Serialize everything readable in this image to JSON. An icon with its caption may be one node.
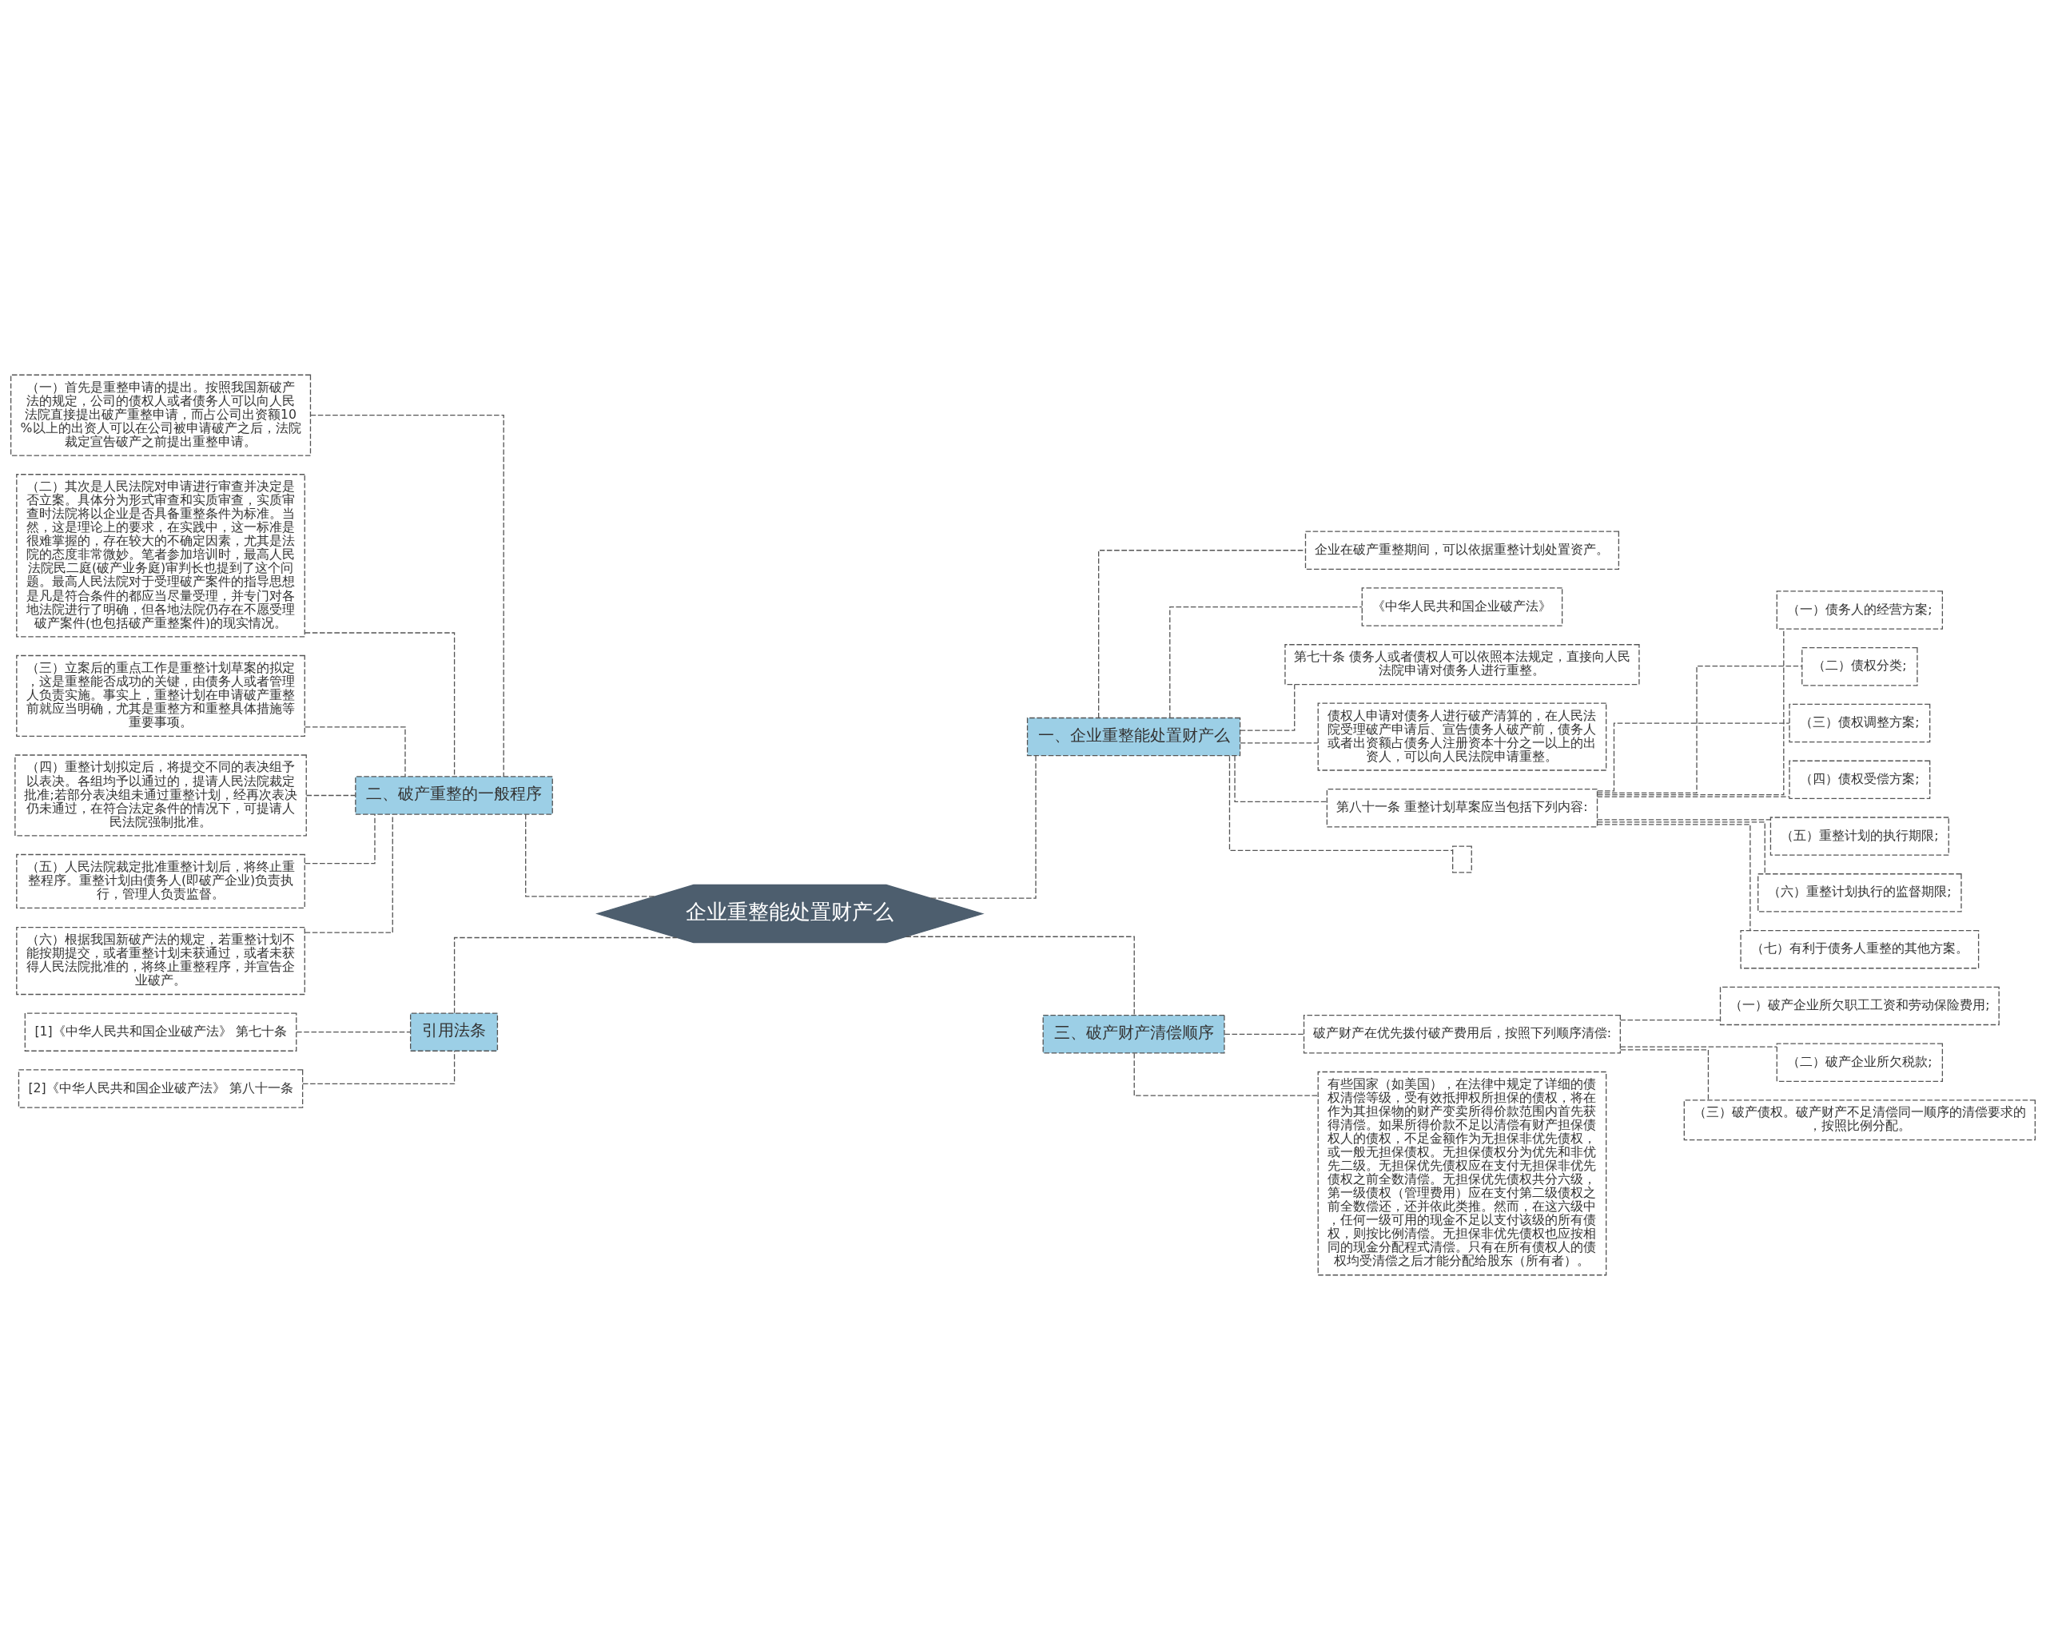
{
  "diagram": {
    "nodes": [
      {
        "text": [
          "企业重整能处置财产么"
        ]
      },
      {
        "text": [
          "一、企业重整能处置财产么"
        ]
      },
      {
        "text": [
          "企业在破产重整期间，可以依据重整计划处置资产。"
        ]
      },
      {
        "text": [
          "《中华人民共和国企业破产法》"
        ]
      },
      {
        "text": [
          "第七十条 债务人或者债权人可以依照本法规定，直接向人民法院申请对债务人进行重整。"
        ]
      },
      {
        "text": [
          "债权人申请对债务人进行破产清算的，在人民法院受理破产申请后、宣告债务人破产前，债务人或者出资额占债务人注册资本十分之一以上的出资人，可以向人民法院申请重整。"
        ]
      },
      {
        "text": [
          "第八十一条 重整计划草案应当包括下列内容:"
        ]
      },
      {
        "text": [
          "（一）债务人的经营方案;"
        ]
      },
      {
        "text": [
          "（二）债权分类;"
        ]
      },
      {
        "text": [
          "（三）债权调整方案;"
        ]
      },
      {
        "text": [
          "（四）债权受偿方案;"
        ]
      },
      {
        "text": [
          "（五）重整计划的执行期限;"
        ]
      },
      {
        "text": [
          "（六）重整计划执行的监督期限;"
        ]
      },
      {
        "text": [
          "（七）有利于债务人重整的其他方案。"
        ]
      },
      {
        "text": [],
        "shape": "box"
      },
      {
        "text": [
          "二、破产重整的一般程序"
        ]
      },
      {
        "text": [
          "（一）首先是重整申请的提出。按照我国新破产法的规定，公司的债权人或者债务人可以向人民法院直接提出破产重整申请，而占公司出资额10%以上的出资人可以在公司被申请破产之后，法院裁定宣告破产之前提出重整申请。"
        ]
      },
      {
        "text": [
          "（二）其次是人民法院对申请进行审查并决定是否立案。具体分为形式审查和实质审查，实质审查时法院将以企业是否具备重整条件为标准。当然，这是理论上的要求，在实践中，这一标准是很难掌握的，存在较大的不确定因素，尤其是法院的态度非常微妙。笔者参加培训时，最高人民法院民二庭(破产业务庭)审判长也提到了这个问题。最高人民法院对于受理破产案件的指导思想是凡是符合条件的都应当尽量受理，并专门对各地法院进行了明确，但各地法院仍存在不愿受理破产案件(也包括破产重整案件)的现实情况。"
        ]
      },
      {
        "text": [
          "（三）立案后的重点工作是重整计划草案的拟定，这是重整能否成功的关键，由债务人或者管理人负责实施。事实上，重整计划在申请破产重整前就应当明确，尤其是重整方和重整具体措施等重要事项。"
        ]
      },
      {
        "text": [
          "（四）重整计划拟定后，将提交不同的表决组予以表决。各组均予以通过的，提请人民法院裁定批准;若部分表决组未通过重整计划，经再次表决仍未通过，在符合法定条件的情况下，可提请人民法院强制批准。"
        ]
      },
      {
        "text": [
          "（五）人民法院裁定批准重整计划后，将终止重整程序。重整计划由债务人(即破产企业)负责执行，管理人负责监督。"
        ]
      },
      {
        "text": [
          "（六）根据我国新破产法的规定，若重整计划不能按期提交，或者重整计划未获通过，或者未获得人民法院批准的，将终止重整程序，并宣告企业破产。"
        ]
      },
      {
        "text": [
          "引用法条"
        ]
      },
      {
        "text": [
          "[1]《中华人民共和国企业破产法》 第七十条"
        ]
      },
      {
        "text": [
          "[2]《中华人民共和国企业破产法》 第八十一条"
        ]
      },
      {
        "text": [
          "三、破产财产清偿顺序"
        ]
      },
      {
        "text": [
          "破产财产在优先拨付破产费用后，按照下列顺序清偿:"
        ]
      },
      {
        "text": [
          "（一）破产企业所欠职工工资和劳动保险费用;"
        ]
      },
      {
        "text": [
          "（二）破产企业所欠税款;"
        ]
      },
      {
        "text": [
          "（三）破产债权。破产财产不足清偿同一顺序的清偿要求的，按照比例分配。"
        ]
      },
      {
        "text": [
          "有些国家（如美国），在法律中规定了详细的债权清偿等级，受有效抵押权所担保的债权，将在作为其担保物的财产变卖所得价款范围内首先获得清偿。如果所得价款不足以清偿有财产担保债权人的债权，不足金额作为无担保非优先债权，或一般无担保债权。无担保债权分为优先和非优先二级。无担保优先债权应在支付无担保非优先债权之前全数清偿。无担保优先债权共分六级，第一级债权（管理费用）应在支付第二级债权之前全数偿还，还并依此类推。然而，在这六级中，任何一级可用的现金不足以支付该级的所有债权，则按比例清偿。无担保非优先债权也应按相同的现金分配程式清偿。只有在所有债权人的债权均受清偿之后才能分配给股东（所有者）。"
        ]
      }
    ],
    "edges": [
      {
        "from": 0,
        "to": 1,
        "arrow": "none",
        "style": "dashed"
      },
      {
        "from": 1,
        "to": 2,
        "arrow": "none",
        "style": "dashed"
      },
      {
        "from": 1,
        "to": 3,
        "arrow": "none",
        "style": "dashed"
      },
      {
        "from": 1,
        "to": 4,
        "arrow": "none",
        "style": "dashed"
      },
      {
        "from": 1,
        "to": 5,
        "arrow": "none",
        "style": "dashed"
      },
      {
        "from": 1,
        "to": 6,
        "arrow": "none",
        "style": "dashed"
      },
      {
        "from": 6,
        "to": 7,
        "arrow": "none",
        "style": "dashed"
      },
      {
        "from": 6,
        "to": 8,
        "arrow": "none",
        "style": "dashed"
      },
      {
        "from": 6,
        "to": 9,
        "arrow": "none",
        "style": "dashed"
      },
      {
        "from": 6,
        "to": 10,
        "arrow": "none",
        "style": "dashed"
      },
      {
        "from": 6,
        "to": 11,
        "arrow": "none",
        "style": "dashed"
      },
      {
        "from": 6,
        "to": 12,
        "arrow": "none",
        "style": "dashed"
      },
      {
        "from": 6,
        "to": 13,
        "arrow": "none",
        "style": "dashed"
      },
      {
        "from": 1,
        "to": 14,
        "arrow": "none",
        "style": "dashed"
      },
      {
        "from": 0,
        "to": 15,
        "arrow": "none",
        "style": "dashed"
      },
      {
        "from": 15,
        "to": 16,
        "arrow": "none",
        "style": "dashed"
      },
      {
        "from": 15,
        "to": 17,
        "arrow": "none",
        "style": "dashed"
      },
      {
        "from": 15,
        "to": 18,
        "arrow": "none",
        "style": "dashed"
      },
      {
        "from": 15,
        "to": 19,
        "arrow": "none",
        "style": "dashed"
      },
      {
        "from": 15,
        "to": 20,
        "arrow": "none",
        "style": "dashed"
      },
      {
        "from": 15,
        "to": 21,
        "arrow": "none",
        "style": "dashed"
      },
      {
        "from": 0,
        "to": 22,
        "arrow": "none",
        "style": "dashed"
      },
      {
        "from": 22,
        "to": 23,
        "arrow": "none",
        "style": "dashed"
      },
      {
        "from": 22,
        "to": 24,
        "arrow": "none",
        "style": "dashed"
      },
      {
        "from": 0,
        "to": 25,
        "arrow": "none",
        "style": "dashed"
      },
      {
        "from": 25,
        "to": 26,
        "arrow": "none",
        "style": "dashed"
      },
      {
        "from": 26,
        "to": 27,
        "arrow": "none",
        "style": "dashed"
      },
      {
        "from": 26,
        "to": 28,
        "arrow": "none",
        "style": "dashed"
      },
      {
        "from": 26,
        "to": 29,
        "arrow": "none",
        "style": "dashed"
      },
      {
        "from": 25,
        "to": 30,
        "arrow": "none",
        "style": "dashed"
      }
    ]
  }
}
